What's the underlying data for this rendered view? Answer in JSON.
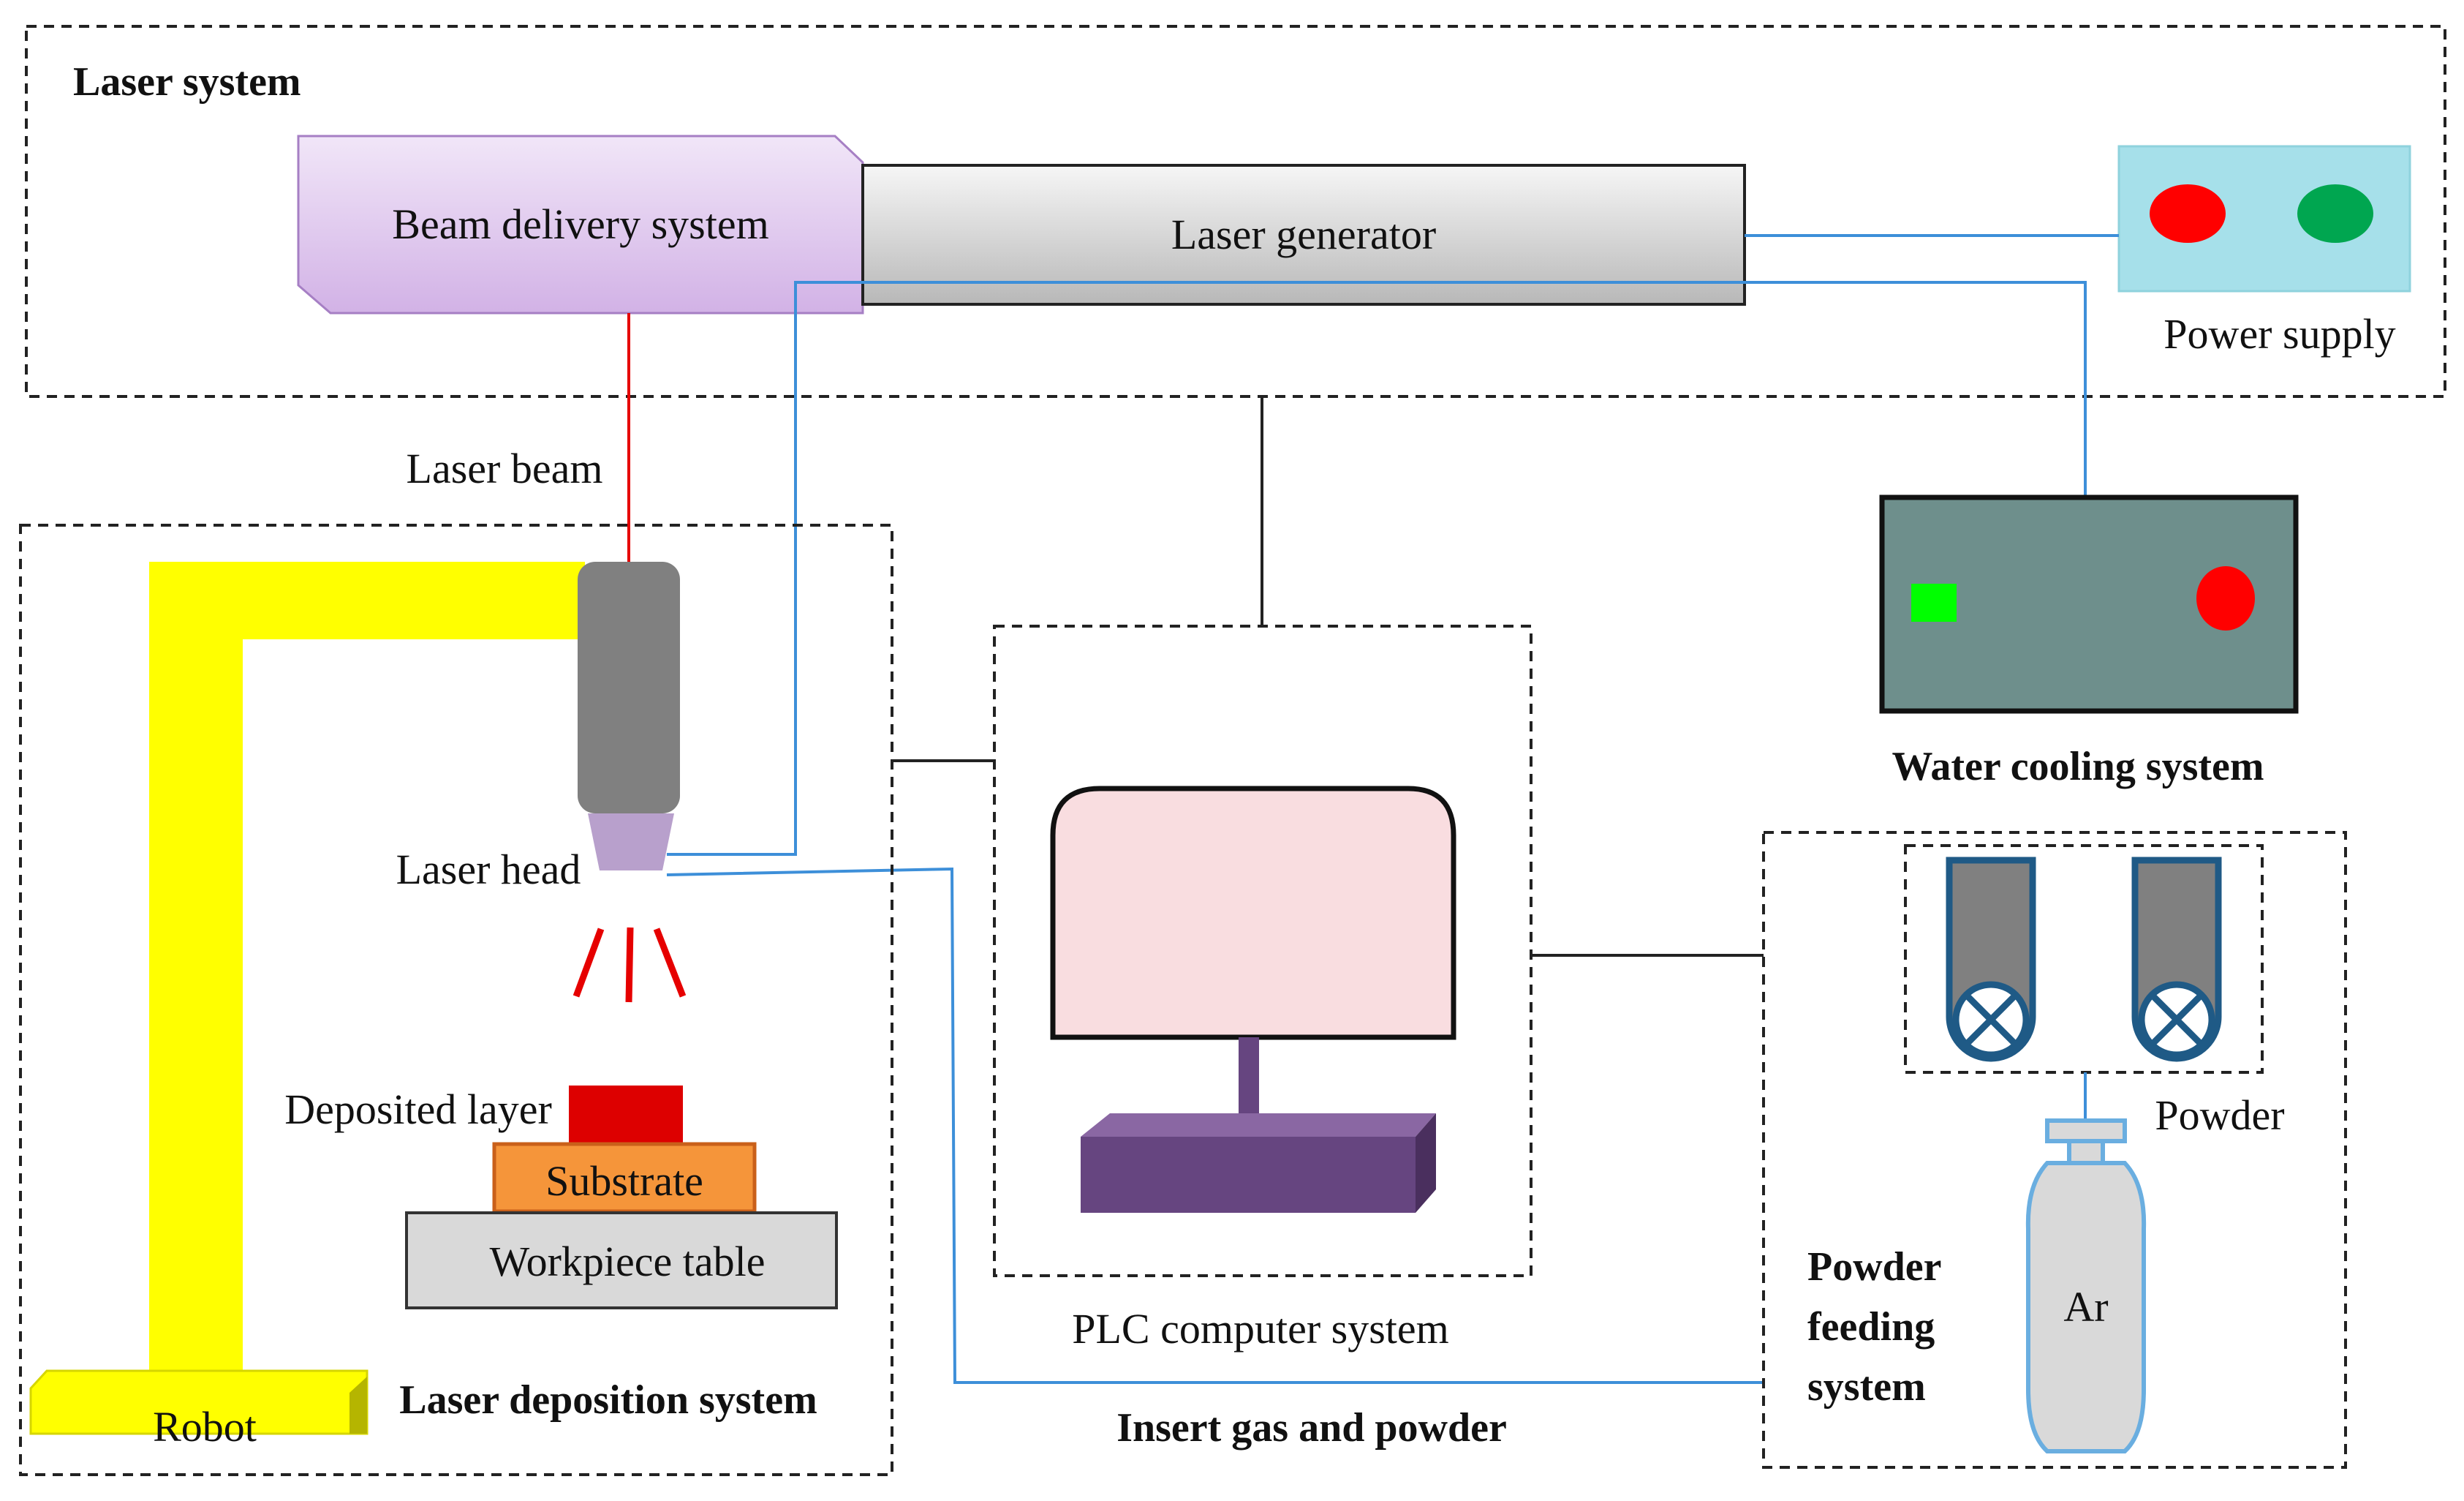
{
  "laser_system": {
    "title": "Laser system",
    "beam_delivery_label": "Beam delivery system",
    "laser_generator_label": "Laser generator",
    "power_supply_label": "Power supply"
  },
  "laser_beam_label": "Laser beam",
  "deposition": {
    "title": "Laser deposition system",
    "laser_head_label": "Laser head",
    "deposited_layer_label": "Deposited layer",
    "substrate_label": "Substrate",
    "workpiece_table_label": "Workpiece table",
    "robot_label": "Robot"
  },
  "plc_label": "PLC computer system",
  "water_cooling_label": "Water cooling system",
  "insert_gas_label": "Insert gas and powder",
  "powder_feeding": {
    "title_line1": "Powder",
    "title_line2": "feeding",
    "title_line3": "system",
    "powder_label": "Powder",
    "ar_label": "Ar"
  },
  "colors": {
    "robot_yellow": "#ffff00",
    "beam_red": "#e60000",
    "signal_blue": "#3d8fd9",
    "beam_delivery_purple": "#e0c8ee",
    "power_supply_bg": "#a6e0ea",
    "water_cooling_bg": "#6e8f8c",
    "monitor_pink": "#f9dde0",
    "stand_purple": "#664580",
    "substrate_orange": "#f5953a",
    "deposit_red": "#dd0000",
    "laser_head_grey": "#808080",
    "nozzle_lilac": "#b8a0cc"
  }
}
